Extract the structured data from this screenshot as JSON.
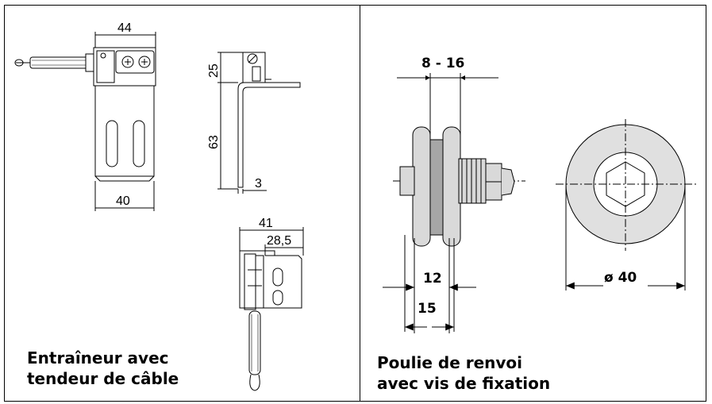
{
  "left_panel": {
    "caption_line1": "Entraîneur avec",
    "caption_line2": "tendeur de câble",
    "dimensions": {
      "top_width": "44",
      "bottom_width": "40",
      "side_height_top": "25",
      "side_height_main": "63",
      "thickness": "3",
      "lower_width_outer": "41",
      "lower_width_inner": "28,5"
    }
  },
  "right_panel": {
    "caption_line1": "Poulie de renvoi",
    "caption_line2": "avec vis de fixation",
    "dimensions": {
      "groove_range": "8 - 16",
      "inner_width": "12",
      "outer_width": "15",
      "diameter": "ø 40"
    }
  },
  "colors": {
    "line": "#000000",
    "pulley_fill": "#d9d9d9",
    "pulley_dark": "#a6a6a6"
  }
}
